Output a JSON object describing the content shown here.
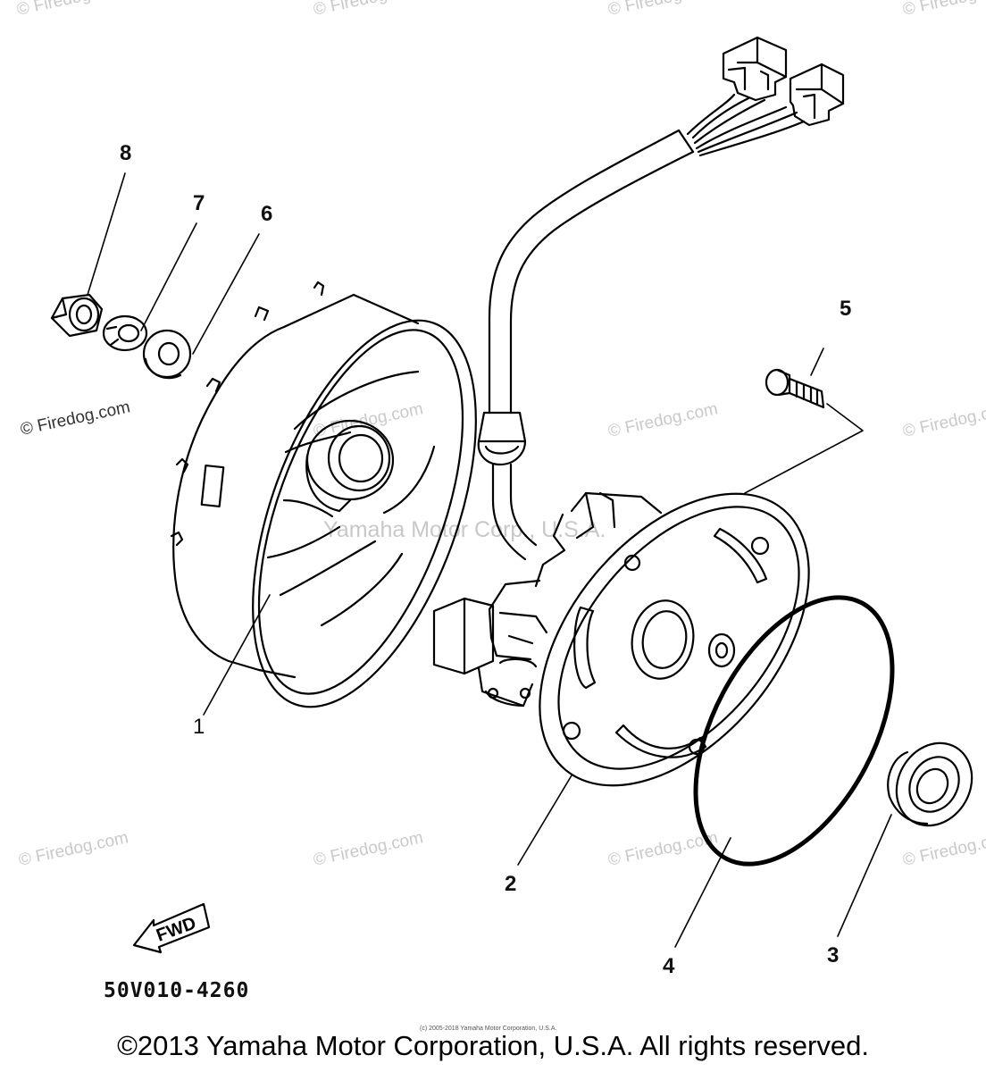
{
  "watermarks": {
    "site": "© Firedog.com",
    "center": "Yamaha Motor Corp., U.S.A."
  },
  "callouts": [
    {
      "num": "1",
      "part": "rotor"
    },
    {
      "num": "2",
      "part": "stator"
    },
    {
      "num": "3",
      "part": "oil-seal"
    },
    {
      "num": "4",
      "part": "o-ring"
    },
    {
      "num": "5",
      "part": "screw"
    },
    {
      "num": "6",
      "part": "washer"
    },
    {
      "num": "7",
      "part": "lock-washer"
    },
    {
      "num": "8",
      "part": "nut"
    }
  ],
  "fwd_label": "FWD",
  "diagram_code": "50V010-4260",
  "tiny_copyright": "(c) 2005-2018 Yamaha Motor Corporation, U.S.A.",
  "footer": "©2013 Yamaha Motor Corporation, U.S.A. All rights reserved.",
  "colors": {
    "line": "#000000",
    "watermark": "#c9c9c9",
    "background": "#ffffff"
  }
}
